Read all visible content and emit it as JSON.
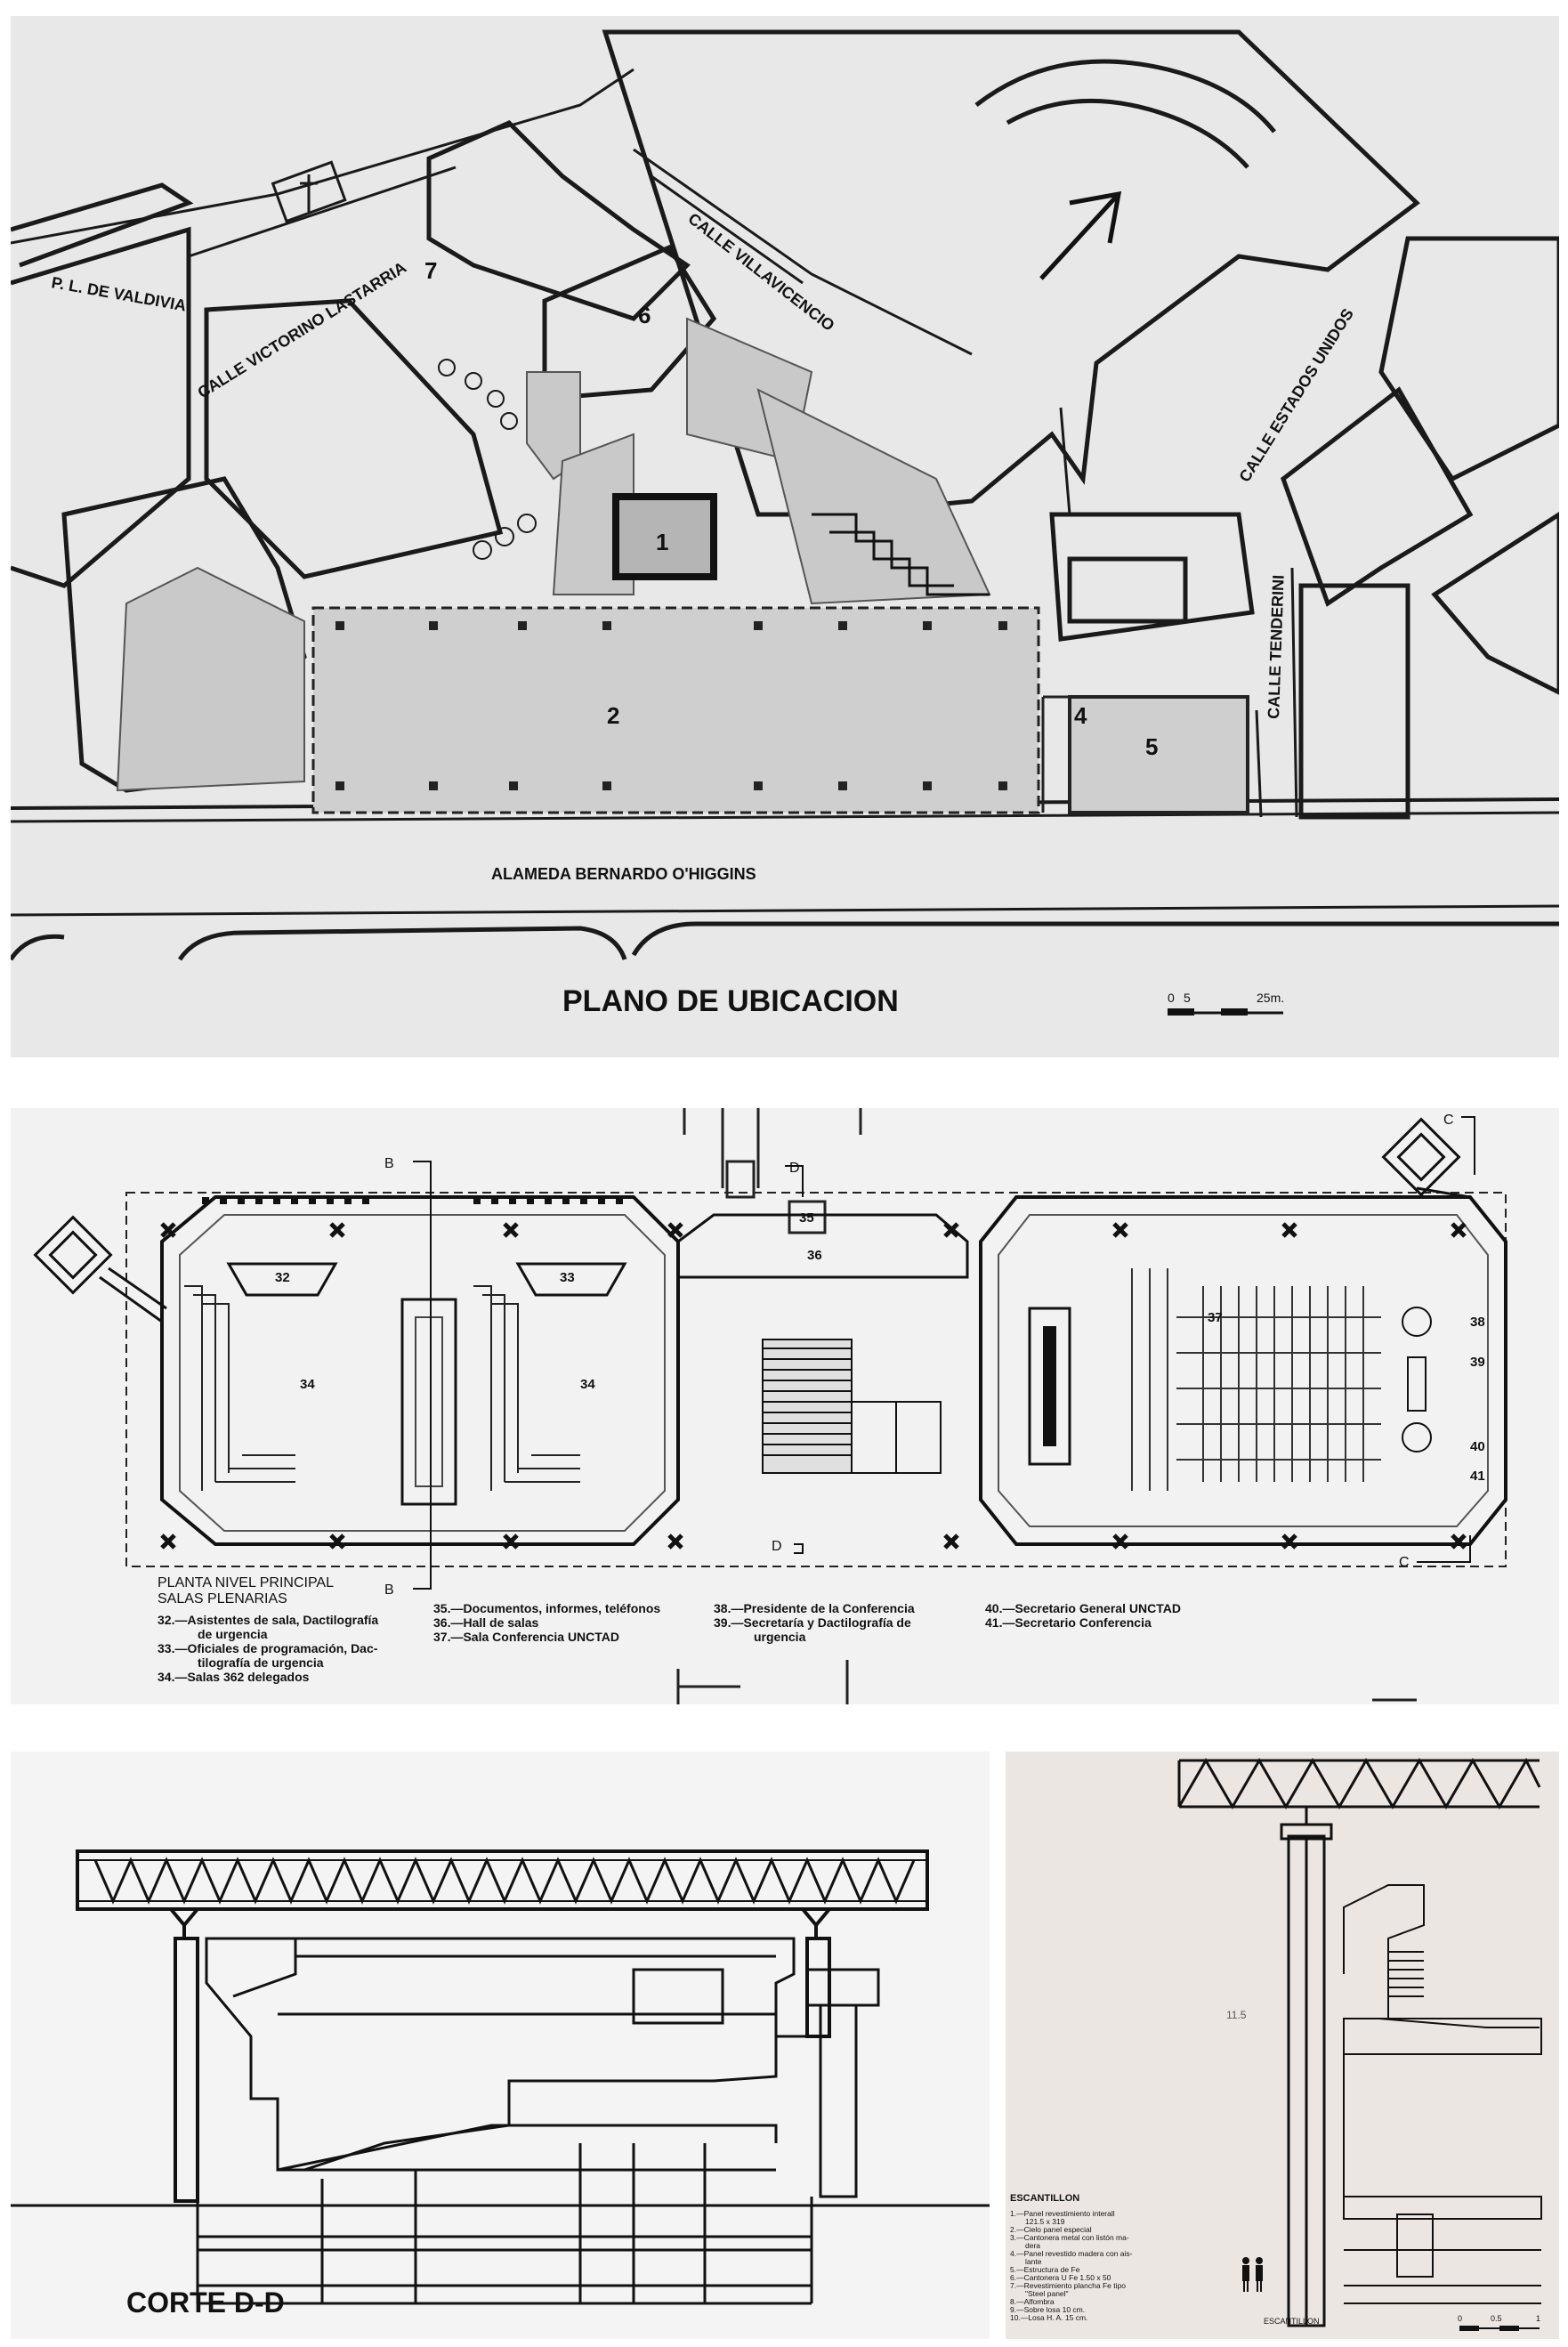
{
  "site_plan": {
    "title": "PLANO DE UBICACION",
    "streets": {
      "valdivia": "P. L. DE VALDIVIA",
      "lastarria": "CALLE VICTORINO LASTARRIA",
      "villavicencio": "CALLE VILLAVICENCIO",
      "estados_unidos": "CALLE ESTADOS UNIDOS",
      "tenderini": "CALLE TENDERINI",
      "alameda": "ALAMEDA BERNARDO O'HIGGINS"
    },
    "blocks": {
      "b1": "1",
      "b2": "2",
      "b4": "4",
      "b5": "5",
      "b6": "6",
      "b7": "7"
    },
    "scale": {
      "zero": "0",
      "five": "5",
      "end": "25m."
    }
  },
  "floor_plan": {
    "title_line1": "PLANTA NIVEL PRINCIPAL",
    "title_line2": "SALAS PLENARIAS",
    "section_marks": {
      "b": "B",
      "c": "C",
      "d": "D"
    },
    "room_numbers": [
      "32",
      "33",
      "34",
      "34",
      "35",
      "36",
      "37",
      "38",
      "39",
      "40",
      "41"
    ],
    "legend": {
      "l32a": "32.—Asistentes de sala, Dactilografía",
      "l32b": "de urgencia",
      "l33a": "33.—Oficiales de programación, Dac-",
      "l33b": "tilografía de urgencia",
      "l34": "34.—Salas 362 delegados",
      "l35": "35.—Documentos, informes, teléfonos",
      "l36": "36.—Hall de salas",
      "l37": "37.—Sala Conferencia UNCTAD",
      "l38": "38.—Presidente de la Conferencia",
      "l39a": "39.—Secretaría y Dactilografía de",
      "l39b": "urgencia",
      "l40": "40.—Secretario General UNCTAD",
      "l41": "41.—Secretario Conferencia"
    }
  },
  "section": {
    "title": "CORTE D-D"
  },
  "detail": {
    "title": "ESCANTILLON",
    "dimension": "11.5",
    "bottom_label": "ESCANTILLON",
    "items": [
      "1.—Panel revestimiento interall",
      "121.5 x 319",
      "2.—Cielo panel especial",
      "3.—Cantonera metal con listón ma-",
      "dera",
      "4.—Panel revestido madera con ais-",
      "lante",
      "5.—Estructura de Fe",
      "6.—Cantonera U Fe 1.50 x 50",
      "7.—Revestimiento plancha Fe tipo",
      "\"Steel panel\"",
      "8.—Alfombra",
      "9.—Sobre losa 10 cm.",
      "10.—Losa H. A. 15 cm."
    ],
    "scale": {
      "zero": "0",
      "mid": "0.5",
      "end": "1"
    }
  }
}
